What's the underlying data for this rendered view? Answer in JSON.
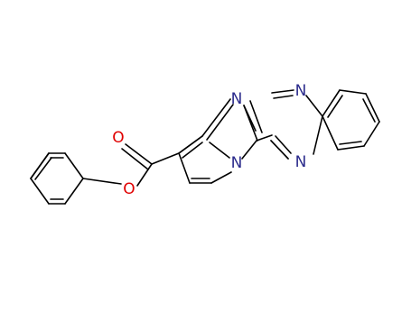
{
  "molecule": {
    "atom_labels": {
      "n_imidazole_top": "N",
      "n_pyrazine_top": "N",
      "n_bridgehead": "N",
      "n_pyrazine_bottom": "N",
      "o_carbonyl": "O",
      "o_ester": "O"
    }
  },
  "colors": {
    "bond": "#000000",
    "nitrogen": "#2b2b8c",
    "oxygen": "#e00000",
    "background": "#ffffff"
  }
}
